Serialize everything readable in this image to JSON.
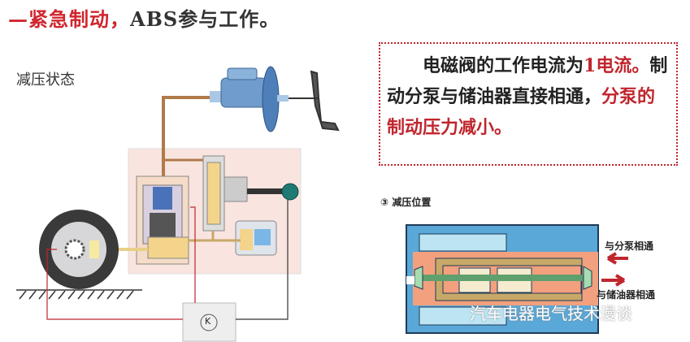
{
  "title": {
    "part1": "—紧急制动，",
    "part2": "ABS参与工作。"
  },
  "state_label": "减压状态",
  "note": {
    "text1": "电磁阀的工作电流为",
    "text2": "1",
    "text3": "电流。",
    "text4": "制动分泵与储油器直接相通，",
    "text5": "分泵的制动压力减小。"
  },
  "valve": {
    "position_label": "③ 减压位置",
    "to_wheel_cylinder": "与分泵相通",
    "to_reservoir": "与储油器相通"
  },
  "ecu_symbol": "K",
  "watermark": "汽车电器电气技术漫谈",
  "colors": {
    "accent_red": "#c0262e",
    "valve_blue": "#5aa8d8",
    "valve_pink": "#f2a07e"
  }
}
